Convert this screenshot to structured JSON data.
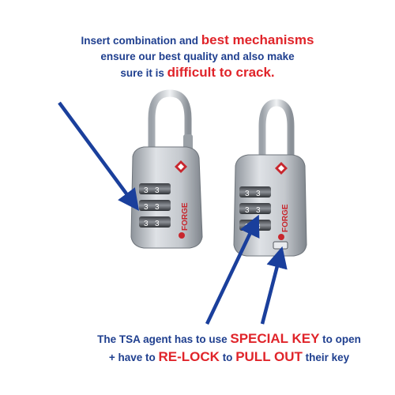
{
  "top_caption": {
    "line1_a": "Insert combination and ",
    "line1_b": "best mechanisms",
    "line2": "ensure our best quality and also make",
    "line3_a": "sure it is ",
    "line3_b": "difficult to crack."
  },
  "bottom_caption": {
    "line1_a": "The TSA agent has to use ",
    "line1_b": "SPECIAL KEY",
    "line1_c": " to open",
    "line2_a": "+ have to ",
    "line2_b": "RE-LOCK",
    "line2_c": " to ",
    "line2_d": "PULL OUT",
    "line2_e": " their key"
  },
  "brand": {
    "left_lock_logo": "FORGE",
    "right_lock_logo": "FORGE"
  },
  "colors": {
    "text_blue": "#1f3f8f",
    "text_red": "#e0242a",
    "arrow_blue": "#1a3f9c",
    "lock_silver": "#b9bec4",
    "tsa_red": "#c8262d"
  }
}
